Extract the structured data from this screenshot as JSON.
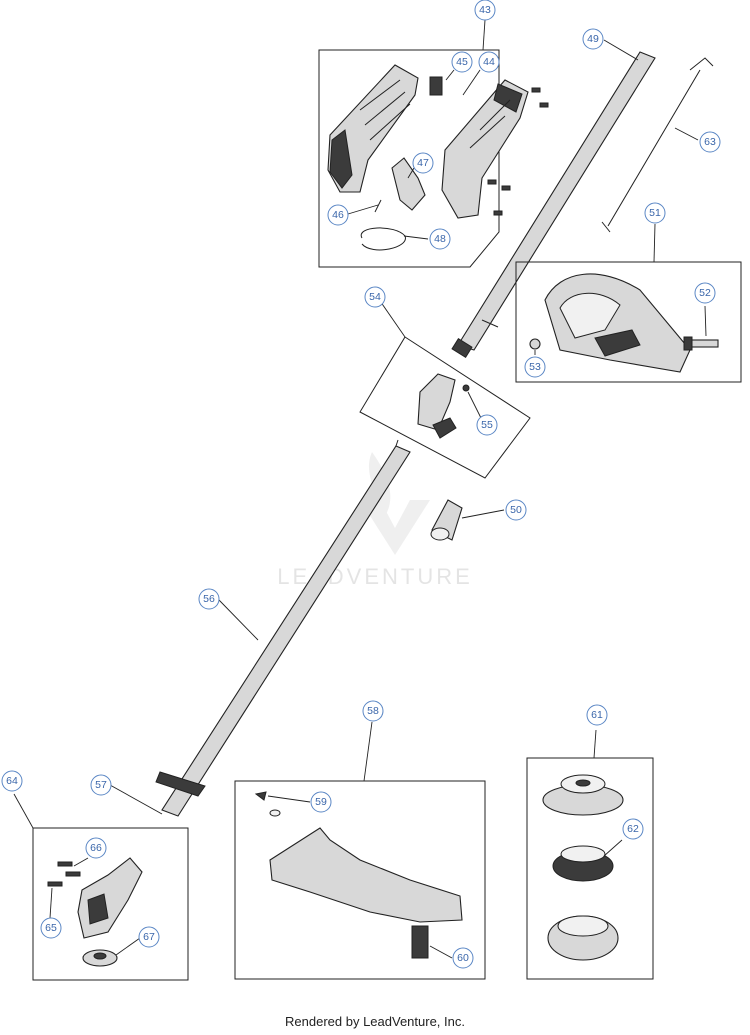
{
  "watermark": "LEADVENTURE",
  "footer": "Rendered by LeadVenture, Inc.",
  "callouts": {
    "c43": "43",
    "c44": "44",
    "c45": "45",
    "c46": "46",
    "c47": "47",
    "c48": "48",
    "c49": "49",
    "c50": "50",
    "c51": "51",
    "c52": "52",
    "c53": "53",
    "c54": "54",
    "c55": "55",
    "c56": "56",
    "c57": "57",
    "c58": "58",
    "c59": "59",
    "c60": "60",
    "c61": "61",
    "c62": "62",
    "c63": "63",
    "c64": "64",
    "c65": "65",
    "c66": "66",
    "c67": "67"
  }
}
